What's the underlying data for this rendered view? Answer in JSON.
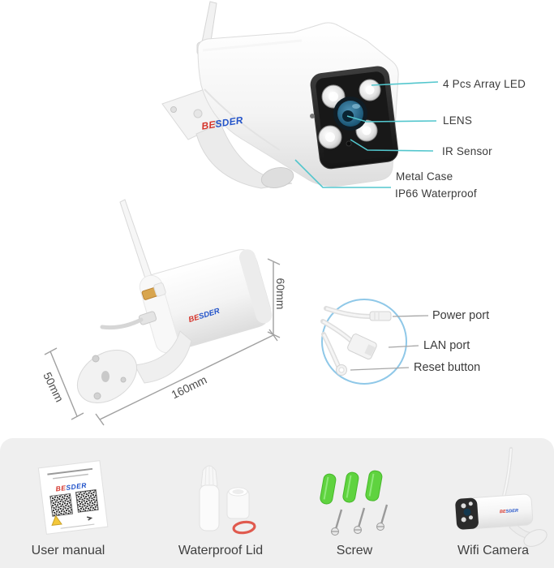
{
  "brand": {
    "name": "BESDER",
    "prefix": "BE",
    "suffix": "SDER"
  },
  "front_view": {
    "labels": {
      "led": "4 Pcs Array LED",
      "lens": "LENS",
      "ir": "IR Sensor",
      "case_line1": "Metal Case",
      "case_line2": "IP66 Waterproof"
    }
  },
  "size_view": {
    "height": "60mm",
    "length": "160mm",
    "base": "50mm"
  },
  "ports": {
    "power": "Power port",
    "lan": "LAN port",
    "reset": "Reset button"
  },
  "package": {
    "items": [
      {
        "label": "User manual"
      },
      {
        "label": "Waterproof Lid"
      },
      {
        "label": "Screw"
      },
      {
        "label": "Wifi Camera"
      }
    ]
  },
  "colors": {
    "callout_line": "#52c6cd",
    "dimension_line": "#a0a0a0",
    "label_text": "#3b3b3b",
    "strip_background": "#efefef",
    "cable_circle": "#8fc8e8",
    "brand_red": "#d4342b",
    "brand_blue": "#2253c9",
    "anchor_green": "#5fd33f",
    "oring_red": "#e05a4e"
  }
}
